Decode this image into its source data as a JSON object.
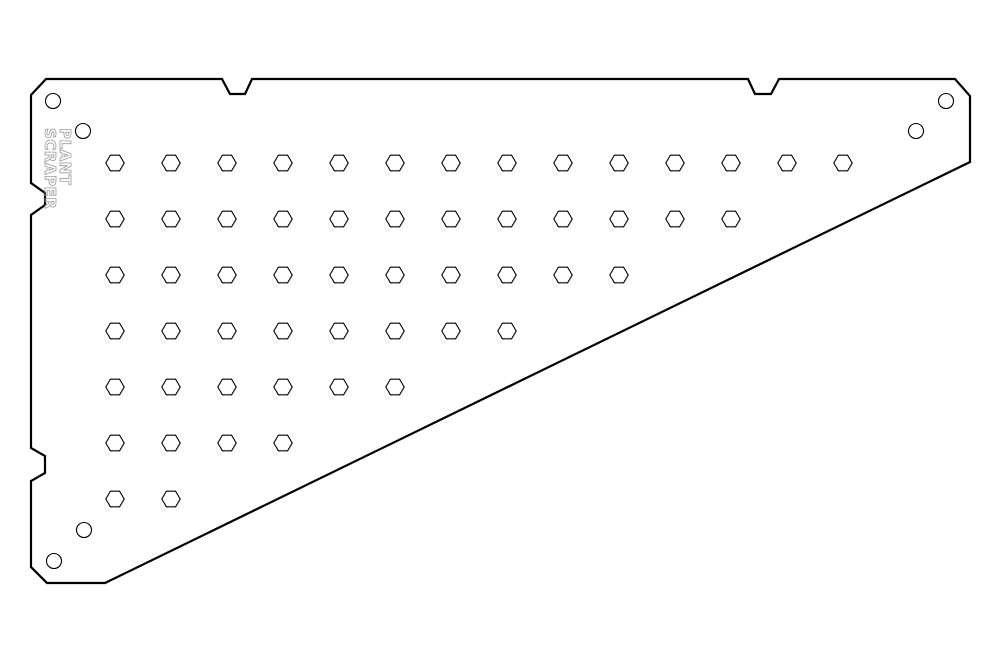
{
  "part": {
    "engraving": {
      "line1": "PLANT",
      "line2": "SCRAPER"
    },
    "hex_rows": [
      14,
      12,
      10,
      8,
      6,
      4,
      2
    ],
    "mounting_holes": 6,
    "colors": {
      "outline": "#000000",
      "engraving": "#9a9a9a",
      "background": "#ffffff"
    }
  }
}
